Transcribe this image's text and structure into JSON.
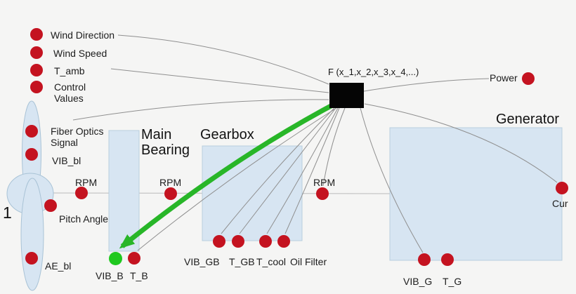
{
  "sensors_left": {
    "wind_direction": "Wind Direction",
    "wind_speed": "Wind Speed",
    "t_amb": "T_amb",
    "control_values": "Control\nValues"
  },
  "rotor_sensors": {
    "fiber_optics": "Fiber Optics\nSignal",
    "vib_bl": "VIB_bl",
    "pitch_angle": "Pitch Angle",
    "ae_bl": "AE_bl"
  },
  "shaft": {
    "rpm": "RPM"
  },
  "main_bearing": {
    "title": "Main\nBearing",
    "vib_b": "VIB_B",
    "t_b": "T_B"
  },
  "gearbox": {
    "title": "Gearbox",
    "vib_gb": "VIB_GB",
    "t_gb": "T_GB",
    "t_cool": "T_cool",
    "oil_filter": "Oil Filter"
  },
  "generator": {
    "title": "Generator",
    "vib_g": "VIB_G",
    "t_g": "T_G",
    "cur": "Cur"
  },
  "outputs": {
    "power": "Power"
  },
  "function_block": {
    "label": "F (x_1,x_2,x_3,x_4,...)"
  },
  "misc": {
    "left_edge_text": "1"
  },
  "colors": {
    "background": "#f5f5f4",
    "sensor_dot": "#c41320",
    "highlight_dot": "#1fc81f",
    "arrow": "#28b628",
    "component_fill": "#d7e5f2",
    "connector": "#8f8f8f",
    "function_block_fill": "#050505"
  }
}
